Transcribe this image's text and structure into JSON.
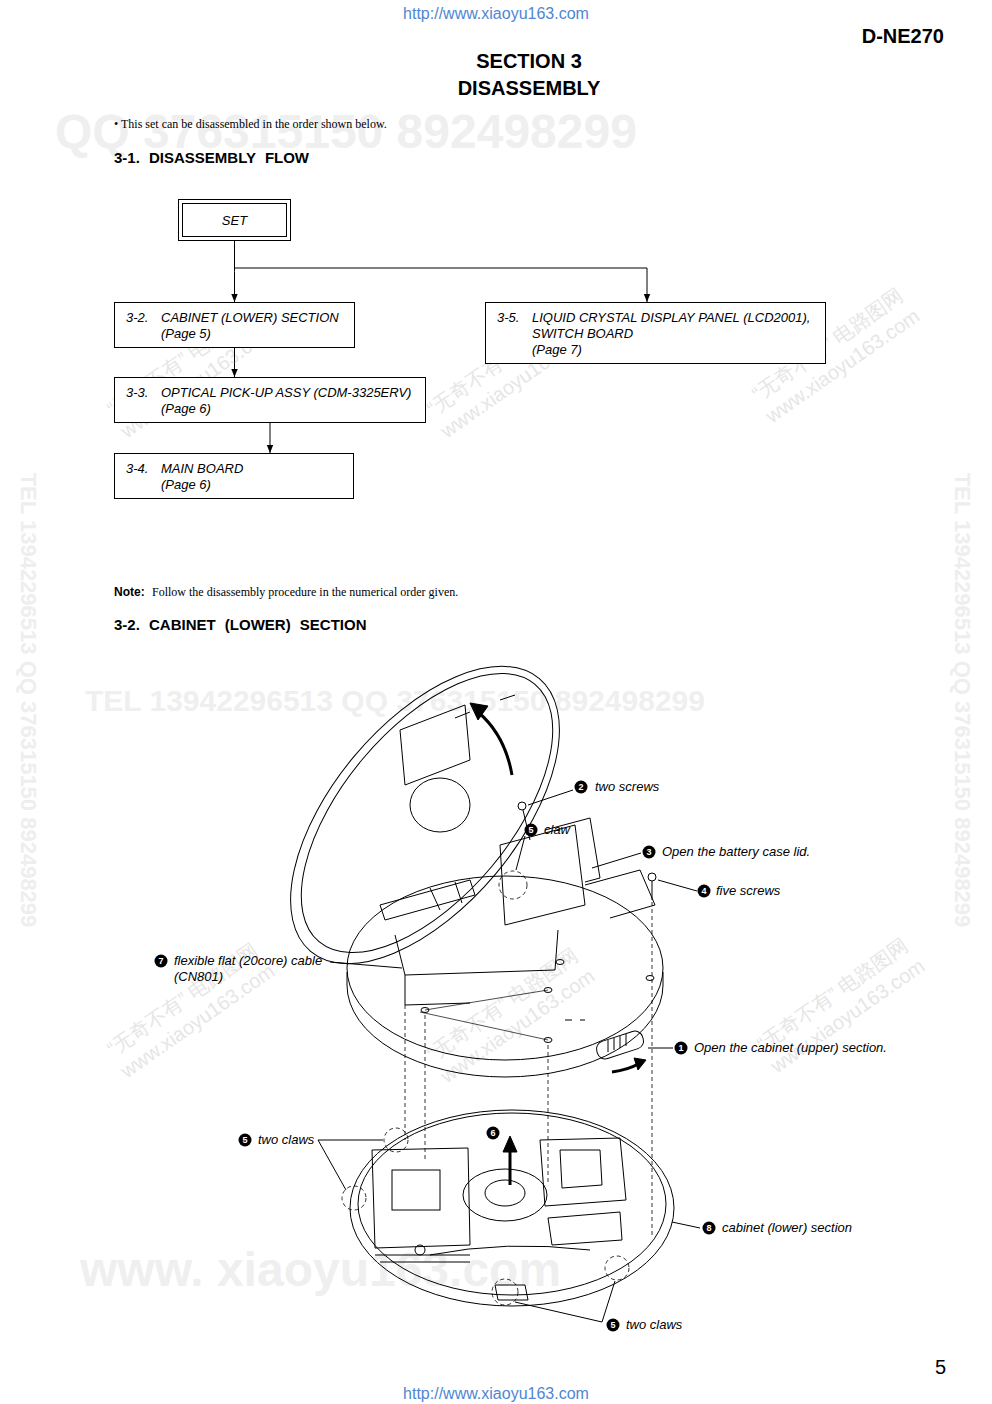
{
  "diagram": {
    "title": "SECTION 3 DISASSEMBLY",
    "nodes": [
      {
        "text": [
          "SET"
        ]
      },
      {
        "text": [
          "3-2.",
          "CABINET (LOWER) SECTION",
          "(Page 5)"
        ]
      },
      {
        "text": [
          "3-5.",
          "LIQUID CRYSTAL DISPLAY PANEL (LCD2001), SWITCH BOARD",
          "(Page 7)"
        ]
      },
      {
        "text": [
          "3-3.",
          "OPTICAL PICK-UP ASSY (CDM-3325ERV)",
          "(Page 6)"
        ]
      },
      {
        "text": [
          "3-4.",
          "MAIN BOARD",
          "(Page 6)"
        ]
      }
    ],
    "edges": [
      {
        "from": 0,
        "to": 1,
        "arrow": "to"
      },
      {
        "from": 0,
        "to": 2,
        "arrow": "to"
      },
      {
        "from": 1,
        "to": 3,
        "arrow": "to"
      },
      {
        "from": 3,
        "to": 4,
        "arrow": "to"
      }
    ],
    "labels": [
      "http://www.xiaoyu163.com",
      "D-NE270",
      "• This set can be disassembled in the order shown below.",
      "3-1. DISASSEMBLY FLOW",
      "Note:",
      "Follow the disassembly procedure in the numerical order given.",
      "3-2. CABINET (LOWER) SECTION",
      "2",
      "two screws",
      "5",
      "claw",
      "3",
      "Open the battery case lid.",
      "4",
      "five screws",
      "7",
      "flexible flat (20core) cable (CN801)",
      "1",
      "Open the cabinet (upper) section.",
      "5",
      "two claws",
      "6",
      "8",
      "cabinet (lower) section",
      "5",
      "two claws",
      "5",
      "http://www.xiaoyu163.com",
      "QQ 376315150 892498299",
      "TEL 13942296513 QQ 376315150 892498299",
      "www. xiaoyu163.com",
      "TEL 13942296513 QQ 376315150 892498299",
      "TEL 13942296513 QQ 376315150 892498299",
      "“无奇不有” 电路图网 www.xiaoyu163.com",
      "“无奇不有” 电路图网 www.xiaoyu163.com",
      "“无奇不有” 电路图网 www.xiaoyu163.com",
      "“无奇不有” 电路图网 www.xiaoyu163.com",
      "“无奇不有” 电路图网 www.xiaoyu163.com",
      "“无奇不有” 电路图网 www.xiaoyu163.com"
    ]
  }
}
